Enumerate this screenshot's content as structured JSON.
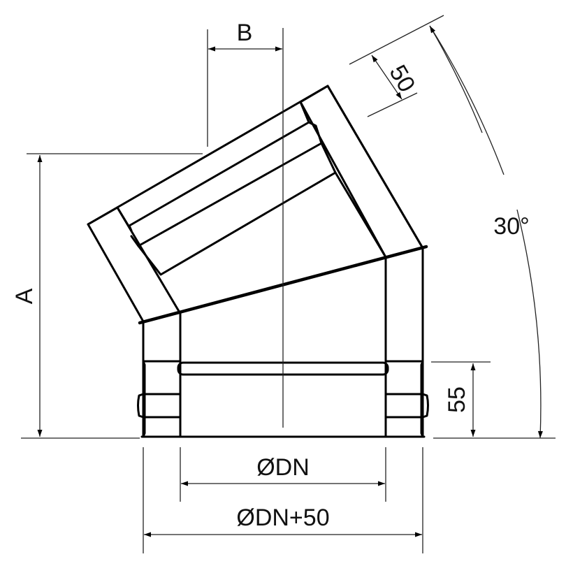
{
  "labels": {
    "b": "B",
    "a": "A",
    "fifty": "50",
    "angle": "30°",
    "fifty_five": "55",
    "dn": "ØDN",
    "dn_plus": "ØDN+50"
  },
  "colors": {
    "line": "#000000",
    "background": "#ffffff"
  }
}
